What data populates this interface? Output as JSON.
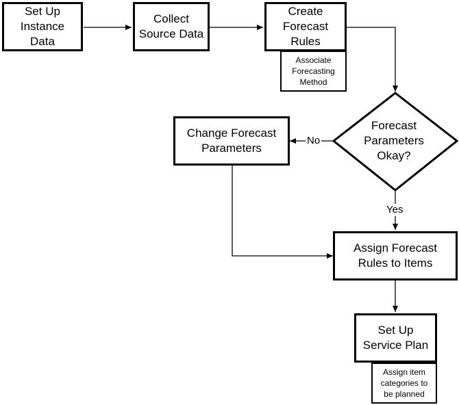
{
  "nodes": {
    "setup_instance": [
      "Set Up",
      "Instance",
      "Data"
    ],
    "collect_source": [
      "Collect",
      "Source Data"
    ],
    "create_rules": [
      "Create",
      "Forecast",
      "Rules"
    ],
    "associate_method": [
      "Associate",
      "Forecasting",
      "Method"
    ],
    "params_okay": [
      "Forecast",
      "Parameters",
      "Okay?"
    ],
    "change_params": [
      "Change Forecast",
      "Parameters"
    ],
    "assign_rules": [
      "Assign Forecast",
      "Rules to Items"
    ],
    "setup_service_plan": [
      "Set Up",
      "Service Plan"
    ],
    "assign_categories": [
      "Assign item",
      "categories to",
      "be planned"
    ]
  },
  "edge_labels": {
    "no": "No",
    "yes": "Yes"
  }
}
